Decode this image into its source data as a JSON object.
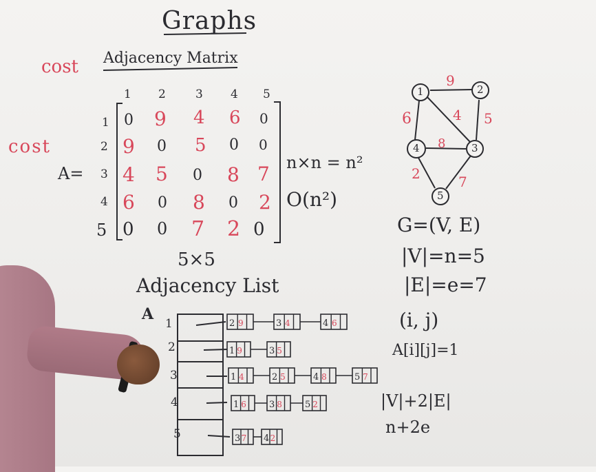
{
  "title": "Graphs",
  "cost_top": "cost",
  "cost_left": "cost",
  "matrix_heading": "Adjacency Matrix",
  "matrix_label": "A=",
  "matrix": {
    "col_headers": [
      "1",
      "2",
      "3",
      "4",
      "5"
    ],
    "row_headers": [
      "1",
      "2",
      "3",
      "4",
      "5"
    ],
    "rows": [
      [
        "0",
        "9",
        "4",
        "6",
        "0"
      ],
      [
        "9",
        "0",
        "5",
        "0",
        "0"
      ],
      [
        "4",
        "5",
        "0",
        "8",
        "7"
      ],
      [
        "6",
        "0",
        "8",
        "0",
        "2"
      ],
      [
        "0",
        "0",
        "7",
        "2",
        "0"
      ]
    ]
  },
  "nxn": "n×n = n²",
  "big_o": "O(n²)",
  "size_note": "5×5",
  "list_heading": "Adjacency List",
  "list_label": "A",
  "list_rows": [
    {
      "index": "1",
      "nodes": [
        [
          "2",
          "9"
        ],
        [
          "3",
          "4"
        ],
        [
          "4",
          "6"
        ]
      ]
    },
    {
      "index": "2",
      "nodes": [
        [
          "1",
          "9"
        ],
        [
          "3",
          "5"
        ]
      ]
    },
    {
      "index": "3",
      "nodes": [
        [
          "1",
          "4"
        ],
        [
          "2",
          "5"
        ],
        [
          "4",
          "8"
        ],
        [
          "5",
          "7"
        ]
      ]
    },
    {
      "index": "4",
      "nodes": [
        [
          "1",
          "6"
        ],
        [
          "3",
          "8"
        ],
        [
          "5",
          "2"
        ]
      ]
    },
    {
      "index": "5",
      "nodes": [
        [
          "3",
          "7"
        ],
        [
          "4",
          "2"
        ]
      ]
    }
  ],
  "graph": {
    "vertices": [
      "1",
      "2",
      "3",
      "4",
      "5"
    ],
    "edge_weights": [
      "9",
      "6",
      "4",
      "5",
      "8",
      "2",
      "7"
    ]
  },
  "notes": {
    "g_def": "G=(V, E)",
    "v_count": "|V|=n=5",
    "e_count": "|E|=e=7",
    "pair": "(i, j)",
    "assign": "A[i][j]=1",
    "space1": "|V|+2|E|",
    "space2": "n+2e"
  }
}
